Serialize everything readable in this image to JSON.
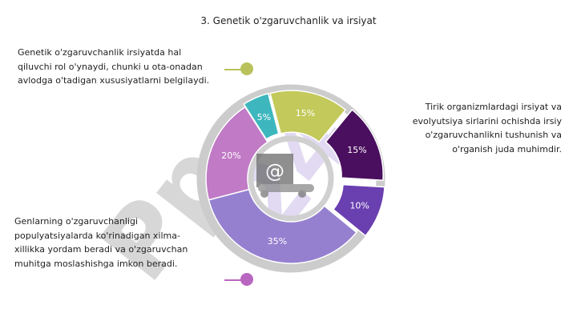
{
  "slide": {
    "title": "3. Genetik o'zgaruvchanlik va irsiyat",
    "note_top_left": "Genetik o'zgaruvchanlik irsiyatda hal qiluvchi rol o'ynaydi, chunki u ota-onadan avlodga o'tadigan xususiyatlarni belgilaydi.",
    "note_top_right": "Tirik organizmlardagi irsiyat va evolyutsiya sirlarini ochishda irsiy o'zgaruvchanlikni tushunish va o'rganish juda muhimdir.",
    "note_bottom_left": "Genlarning o'zgaruvchanligi populyatsiyalarda ko'rinadigan xilma-xillikka yordam beradi va o'zgaruvchan muhitga moslashishga imkon beradi.",
    "watermark_text": "Ppt.uz 24",
    "watermark_color": "#c9bde8"
  },
  "chart_data": {
    "type": "pie",
    "variant": "donut",
    "title": "",
    "slices": [
      {
        "value": 5,
        "label": "5%",
        "color": "#3db7bd"
      },
      {
        "value": 15,
        "label": "15%",
        "color": "#c3c95a"
      },
      {
        "value": 15,
        "label": "15%",
        "color": "#4a0f5e"
      },
      {
        "value": 10,
        "label": "10%",
        "color": "#6a3fb0"
      },
      {
        "value": 35,
        "label": "35%",
        "color": "#9580d0"
      },
      {
        "value": 20,
        "label": "20%",
        "color": "#c07ac6"
      }
    ],
    "outer_ring_color": "#cccccc",
    "marker_colors": [
      "#b9c25a",
      "#b866c0"
    ]
  }
}
